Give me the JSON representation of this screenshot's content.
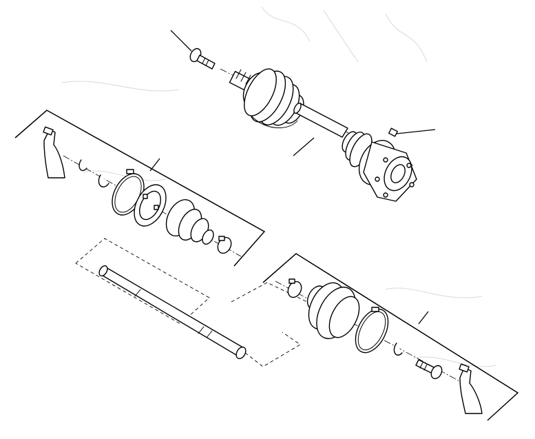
{
  "diagram": {
    "kind": "exploded-parts-view",
    "subject": "drive-shaft-assembly",
    "ink_color": "#000000",
    "background_color": "#ffffff",
    "parts": [
      "shaft-assembly",
      "shaft-flange-bolt",
      "flange-small-bolt",
      "inner-grease-tube",
      "inner-circlip",
      "inner-retaining-ring",
      "inner-large-clamp",
      "inner-joint-cage",
      "inner-boot",
      "inner-small-clamp",
      "bare-shaft",
      "outer-small-clamp",
      "outer-boot",
      "outer-large-clamp",
      "outer-circlip",
      "outer-hub-bolt",
      "outer-grease-tube"
    ],
    "kits": [
      "inner-joint-boot-kit",
      "outer-joint-boot-kit"
    ]
  }
}
